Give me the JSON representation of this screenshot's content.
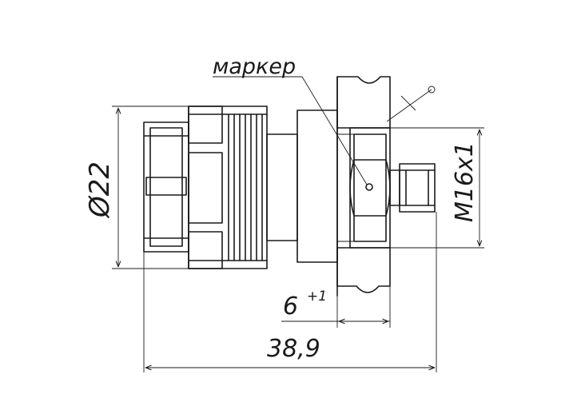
{
  "drawing": {
    "marker_label": "маркер",
    "dimensions": {
      "diameter": "Ø22",
      "thread": "M16x1",
      "depth": "6",
      "depth_tolerance": "+1",
      "overall_length": "38,9"
    },
    "line_color": "#1a1a1a"
  }
}
